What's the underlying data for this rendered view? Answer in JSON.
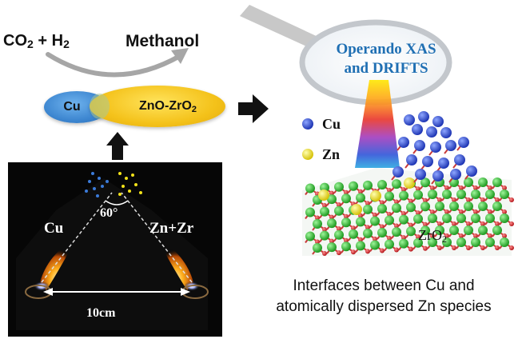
{
  "reaction": {
    "reactant_1": "CO",
    "reactant_1_sub": "2",
    "plus": "+",
    "reactant_2": "H",
    "reactant_2_sub": "2",
    "product": "Methanol"
  },
  "catalyst": {
    "cu_label": "Cu",
    "support_label_prefix": "ZnO-ZrO",
    "support_label_sub": "2"
  },
  "synthesis_photo": {
    "left_nozzle": "Cu",
    "right_nozzle": "Zn+Zr",
    "angle": "60°",
    "distance": "10cm"
  },
  "characterization": {
    "line1": "Operando XAS",
    "line2": "and DRIFTS"
  },
  "structure_legend": {
    "cu": "Cu",
    "zn": "Zn",
    "support_prefix": "ZrO",
    "support_sub": "2"
  },
  "caption": {
    "line1": "Interfaces between Cu and",
    "line2": "atomically dispersed Zn species"
  },
  "colors": {
    "cu_atom": "#2f4fd6",
    "zn_atom": "#f2e21a",
    "zr_atom": "#38c43a",
    "o_atom": "#d8262c",
    "cu_pill": "#3d86d0",
    "zno_pill": "#f4c21a",
    "xas_text": "#1f6fb3"
  }
}
